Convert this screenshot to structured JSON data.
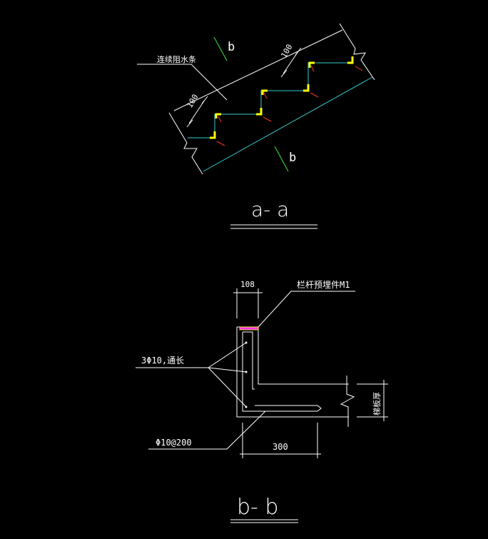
{
  "colors": {
    "background": "#000000",
    "line": "#ffffff",
    "slab": "#33cccc",
    "step": "#33cccc",
    "embed_yellow": "#ffff00",
    "rebar_red": "#ff3333",
    "section_green": "#33cc33",
    "embed_plate": "#ff33ff"
  },
  "section_a": {
    "title": "a- a",
    "label_waterstop": "连续阻水条",
    "dim_100_a": "100",
    "dim_100_b": "100",
    "cut_label_top": "b",
    "cut_label_bottom": "b"
  },
  "section_b": {
    "title": "b- b",
    "dim_width": "108",
    "label_embed": "栏杆预埋件M1",
    "label_longitudinal": "3Φ10,通长",
    "label_stirrup": "Φ10@200",
    "dim_depth": "300",
    "label_slab": "梯板厚"
  }
}
